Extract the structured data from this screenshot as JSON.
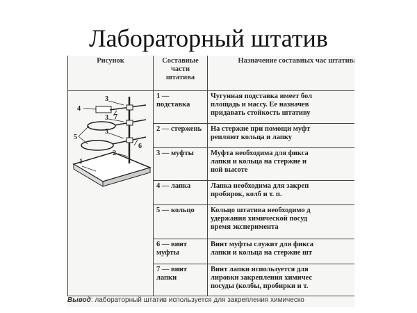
{
  "title": "Лабораторный штатив",
  "table": {
    "headers": [
      "Рисунок",
      "Составные части штатива",
      "Назначение составных час штатива"
    ],
    "rows": [
      {
        "part": "1 — подставка",
        "desc": [
          "Чугунная подставка имеет бол",
          "площадь и массу. Ее назначев",
          "придавать стойкость штативу"
        ]
      },
      {
        "part": "2 — стержень",
        "desc": [
          "На стержне при помощи муфт",
          "репляют кольца и лапку"
        ]
      },
      {
        "part": "3 — муфты",
        "desc": [
          "Муфта необходима для фикса",
          "лапки и кольца на стержне н",
          "ной высоте"
        ]
      },
      {
        "part": "4 — лапка",
        "desc": [
          "Лапка необходима для закреп",
          "пробирок, колб и т. п."
        ]
      },
      {
        "part": "5 — кольцо",
        "desc": [
          "Кольцо штатива необходимо д",
          "удержания химической посуд",
          "время эксперимента"
        ]
      },
      {
        "part": "6 — винт муфты",
        "desc": [
          "Винт муфты служит для фикса",
          "лапки и кольца на стержне шт"
        ]
      },
      {
        "part": "7 — винт лапки",
        "desc": [
          "Винт лапки используется для",
          "лировки закрепления химичес",
          "посуды (колбы, пробирки и т."
        ]
      }
    ]
  },
  "figure_labels": [
    "1",
    "2",
    "3",
    "3",
    "3",
    "4",
    "5",
    "6",
    "7"
  ],
  "conclusion": {
    "lead": "Вывод",
    "text": ": лабораторный штатив используется для закрепления химическо"
  }
}
